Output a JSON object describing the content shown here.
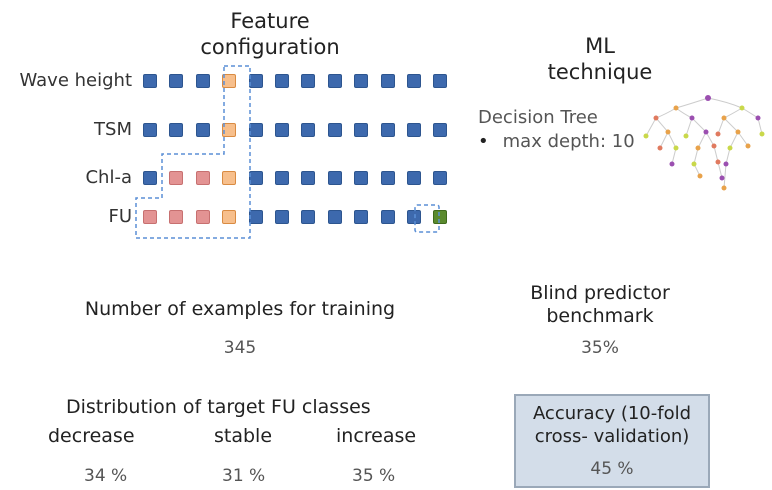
{
  "feature_configuration": {
    "title_line1": "Feature",
    "title_line2": "configuration",
    "rows": [
      {
        "label": "Wave height",
        "cells": [
          "blue",
          "blue",
          "blue",
          "orange",
          "blue",
          "blue",
          "blue",
          "blue",
          "blue",
          "blue",
          "blue",
          "blue"
        ]
      },
      {
        "label": "TSM",
        "cells": [
          "blue",
          "blue",
          "blue",
          "orange",
          "blue",
          "blue",
          "blue",
          "blue",
          "blue",
          "blue",
          "blue",
          "blue"
        ]
      },
      {
        "label": "Chl-a",
        "cells": [
          "blue",
          "red",
          "red",
          "orange",
          "blue",
          "blue",
          "blue",
          "blue",
          "blue",
          "blue",
          "blue",
          "blue"
        ]
      },
      {
        "label": "FU",
        "cells": [
          "red",
          "red",
          "red",
          "orange",
          "blue",
          "blue",
          "blue",
          "blue",
          "blue",
          "blue",
          "blue",
          "green"
        ]
      }
    ],
    "colors": {
      "blue": "#3d69ad",
      "orange": "#f7bf8c",
      "red": "#e39393",
      "green": "#5a8a2e",
      "dashed": "#5b8fd6"
    }
  },
  "ml_technique": {
    "title_line1": "ML",
    "title_line2": "technique",
    "method": "Decision Tree",
    "param": "max depth: 10"
  },
  "training": {
    "label": "Number of examples for training",
    "value": "345"
  },
  "benchmark": {
    "label_line1": "Blind predictor",
    "label_line2": "benchmark",
    "value": "35%"
  },
  "distribution": {
    "title": "Distribution of target FU classes",
    "classes": [
      {
        "label": "decrease",
        "value": "34 %"
      },
      {
        "label": "stable",
        "value": "31 %"
      },
      {
        "label": "increase",
        "value": "35 %"
      }
    ]
  },
  "accuracy": {
    "label_line1": "Accuracy (10-fold",
    "label_line2": "cross- validation)",
    "value": "45 %"
  }
}
